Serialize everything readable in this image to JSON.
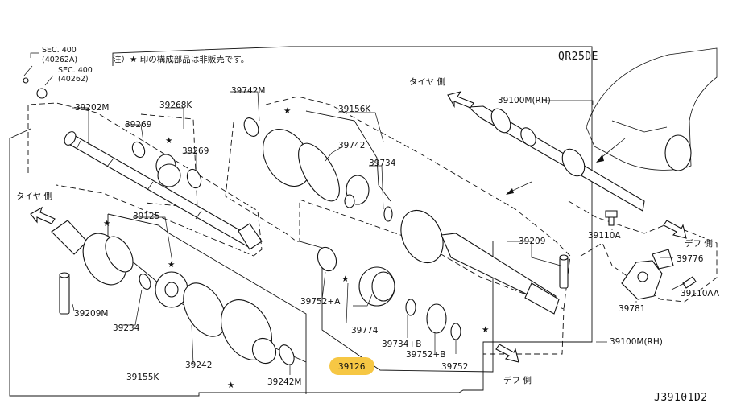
{
  "header": {
    "note": "注）★ 印の構成部品は非販売です。",
    "engine_code": "QR25DE",
    "diagram_id": "J39101D2"
  },
  "labels": {
    "sec400a": "SEC. 400",
    "sec400a_sub": "(40262A)",
    "sec400b": "SEC. 400",
    "sec400b_sub": "(40262)",
    "tire_side_left": "タイヤ 側",
    "tire_side_top": "タイヤ 側",
    "diff_side_right": "デフ 側",
    "diff_side_bottom": "デフ 側",
    "p39202m": "39202M",
    "p39268k": "39268K",
    "p39269a": "39269",
    "p39269b": "39269",
    "p39742m": "39742M",
    "p39156k": "39156K",
    "p39742": "39742",
    "p39734": "39734",
    "p39100m_rh_top": "39100M(RH)",
    "p39125": "39125",
    "p39209": "39209",
    "p39209m": "39209M",
    "p39234": "39234",
    "p39242": "39242",
    "p39242m": "39242M",
    "p39155k": "39155K",
    "p39752a": "39752+A",
    "p39774": "39774",
    "p39734b": "39734+B",
    "p39752b": "39752+B",
    "p39752": "39752",
    "p39126": "39126",
    "p39100m_rh_right": "39100M(RH)",
    "p39110a": "39110A",
    "p39776": "39776",
    "p39781": "39781",
    "p39110aa": "39110AA",
    "star": "★"
  },
  "highlight_color": "#f6c744"
}
